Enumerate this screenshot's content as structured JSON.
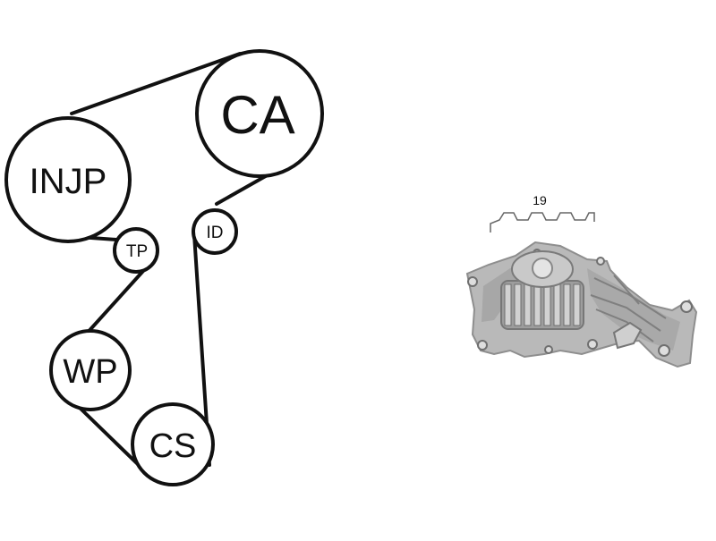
{
  "belt_diagram": {
    "pulleys": [
      {
        "id": "ca",
        "label": "CA"
      },
      {
        "id": "injp",
        "label": "INJP"
      },
      {
        "id": "tp",
        "label": "TP"
      },
      {
        "id": "id",
        "label": "ID"
      },
      {
        "id": "wp",
        "label": "WP"
      },
      {
        "id": "cs",
        "label": "CS"
      }
    ]
  },
  "water_pump": {
    "tooth_count_label": "19",
    "colors": {
      "body": "#b9b9b9",
      "shadow": "#8e8e8e",
      "highlight": "#dedede"
    }
  },
  "colors": {
    "line": "#111111",
    "background": "#ffffff"
  }
}
